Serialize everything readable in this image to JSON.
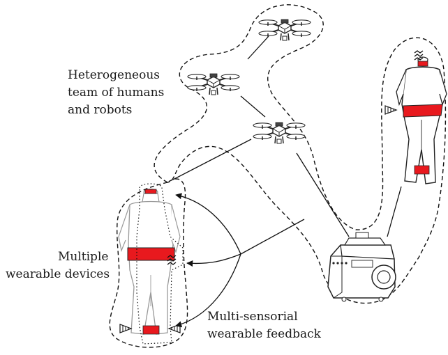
{
  "labels": {
    "team_line1": "Heterogeneous",
    "team_line2": "team of humans",
    "team_line3": "and robots",
    "devices_line1": "Multiple",
    "devices_line2": "wearable devices",
    "feedback_line1": "Multi-sensorial",
    "feedback_line2": "wearable feedback"
  },
  "colors": {
    "band": "#e8191e",
    "outline": "#222222",
    "body_fill": "#ffffff"
  },
  "icons": [
    "quadrotor-drone-icon",
    "human-figure-icon",
    "ground-robot-icon",
    "vibration-icon",
    "red-wearable-band-icon"
  ]
}
